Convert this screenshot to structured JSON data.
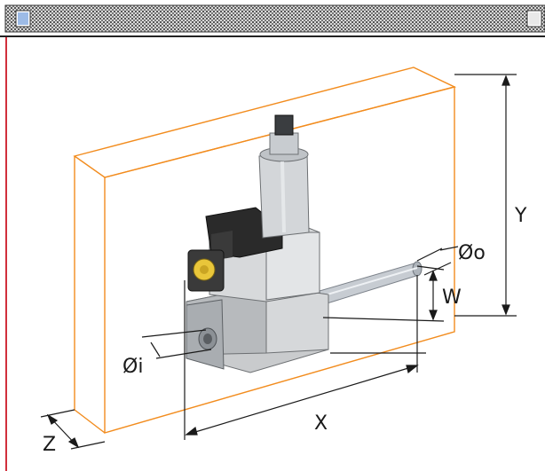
{
  "diagram": {
    "labels": {
      "y": "Y",
      "x": "X",
      "z": "Z",
      "w": "W",
      "outlet_diameter": "Øo",
      "inlet_diameter": "Øi"
    },
    "colors": {
      "box_outline": "#f28c1e",
      "dimension_lines": "#1a1a1a",
      "window_edge": "#d12f3c"
    },
    "icons": {
      "window_close": "close-box-icon",
      "window_zoom": "zoom-box-icon"
    }
  }
}
